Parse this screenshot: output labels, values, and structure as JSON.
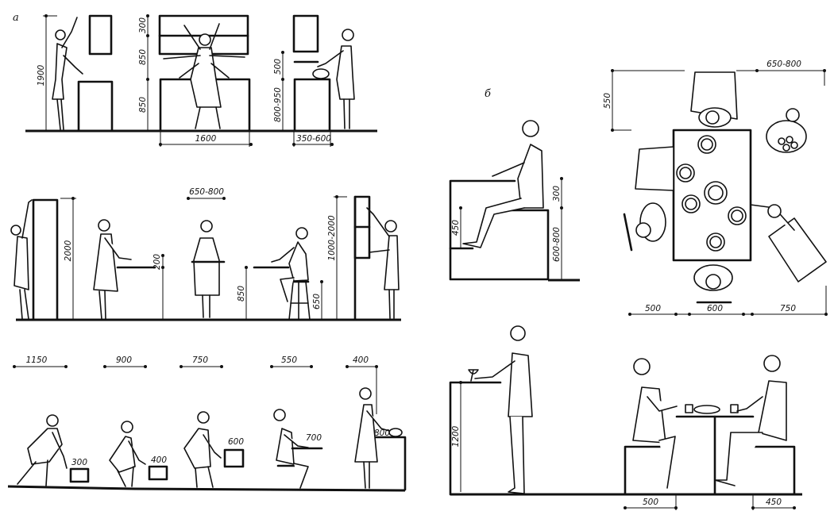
{
  "panel_a": {
    "label": "а",
    "row1": {
      "reach_height": "1900",
      "upper_cabinet": "300",
      "wall_gap": "850",
      "counter_height": "850",
      "counter_width": "1600",
      "shelf_gap": "500",
      "work_height": "800-950",
      "work_depth": "350-600"
    },
    "row2": {
      "aisle_width": "650-800",
      "tall_cabinet": "2000",
      "tray_clearance": "200",
      "table_height": "850",
      "stool_height": "650",
      "shelf_range": "1000-2000"
    },
    "row3": {
      "widths": [
        "1150",
        "900",
        "750",
        "550",
        "400"
      ],
      "heights": [
        "300",
        "400",
        "600",
        "700",
        "800"
      ]
    }
  },
  "panel_b": {
    "label": "б",
    "seat": {
      "foot_rest": "450",
      "seat_to_table": "300",
      "seat_height": "600-800"
    },
    "plan": {
      "spacing": "650-800",
      "chair_depth": "550",
      "bottom": [
        "500",
        "600",
        "750"
      ]
    },
    "bar": {
      "counter_height": "1200"
    },
    "cafe": {
      "seat_left": "500",
      "seat_right": "450"
    }
  }
}
